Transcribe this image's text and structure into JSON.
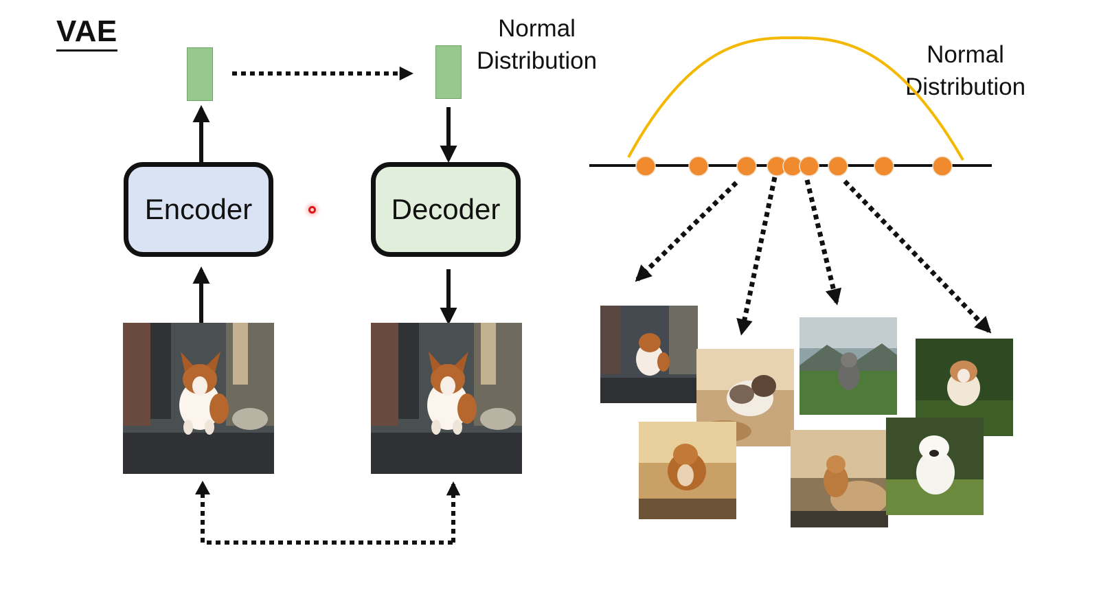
{
  "title": "VAE",
  "left_panel": {
    "latent_label_line1": "Normal",
    "latent_label_line2": "Distribution",
    "encoder_label": "Encoder",
    "decoder_label": "Decoder",
    "input_image": "corgi-running-street",
    "output_image": "corgi-running-street-reconstruction"
  },
  "right_panel": {
    "curve_label_line1": "Normal",
    "curve_label_line2": "Distribution",
    "curve_color": "#f5b800",
    "point_color": "#f08a2e",
    "samples": [
      "corgi-running-street",
      "sheepdog-running-dust",
      "wolf-dog-running-field",
      "fluffy-dog-running-grass",
      "golden-dog-running-dust",
      "corgi-running-road",
      "white-dog-running-grass"
    ]
  },
  "colors": {
    "encoder_fill": "#d9e3f3",
    "decoder_fill": "#e1eedb",
    "latent_fill": "#97c88d"
  }
}
